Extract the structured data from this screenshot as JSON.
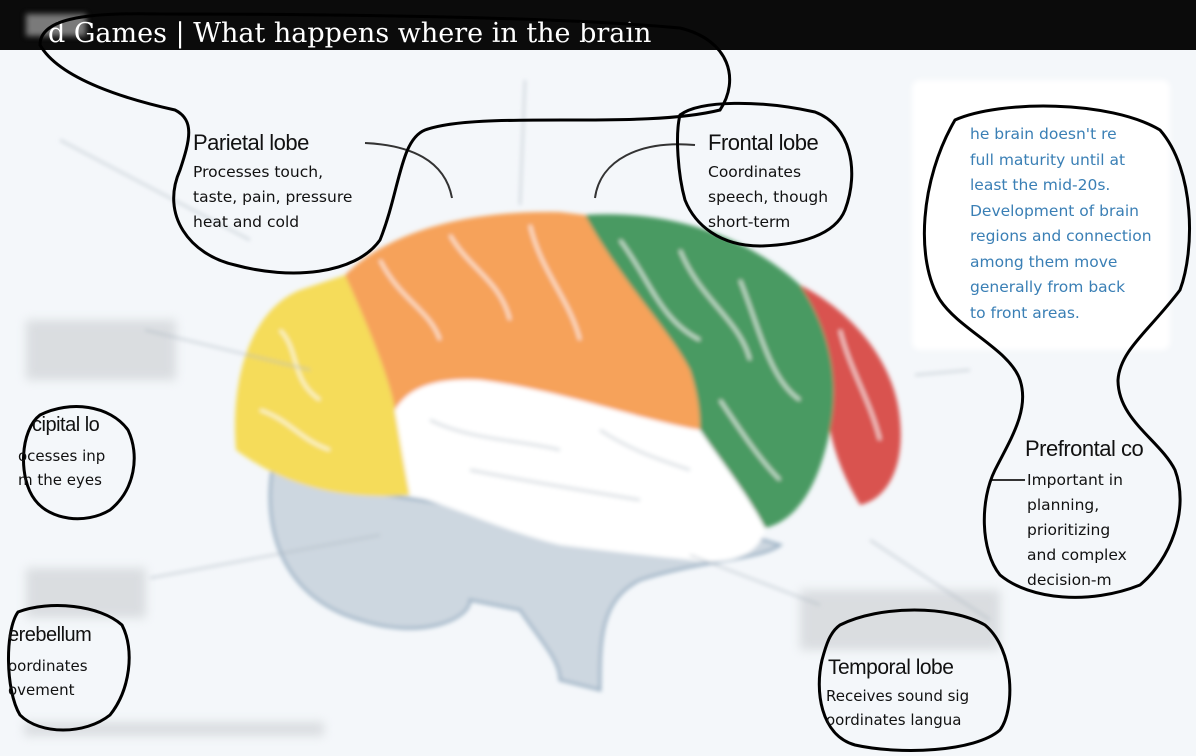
{
  "header": {
    "title": "d Games | What happens where in the brain"
  },
  "labels": {
    "parietal": {
      "name": "Parietal lobe",
      "desc": "Processes touch,\ntaste, pain, pressure\nheat and cold"
    },
    "frontal": {
      "name": "Frontal lobe",
      "desc": "Coordinates\nspeech, though\nshort-term"
    },
    "occipital": {
      "name": "cipital lo",
      "desc": "ocesses inp\nm the eyes"
    },
    "cerebellum": {
      "name": "erebellum",
      "desc": "oordinates\novement"
    },
    "prefrontal": {
      "name": "Prefrontal co",
      "desc": "Important in\nplanning,\nprioritizing\nand complex\ndecision-m"
    },
    "temporal": {
      "name": "Temporal lobe",
      "desc": "Receives sound sig\noordinates langua"
    }
  },
  "note": {
    "text": "he brain doesn't re\nfull maturity until at\nleast the mid-20s.\nDevelopment of brain\nregions and connection\namong them move\ngenerally from back\nto front areas."
  },
  "colors": {
    "parietal": "#f6a25a",
    "frontal": "#4a9a62",
    "prefrontal": "#d9534f",
    "occipital": "#f5dc5a",
    "temporal": "#ffffff",
    "cerebellum": "#cfd8e0",
    "accent_blue": "#3a7fb5"
  }
}
